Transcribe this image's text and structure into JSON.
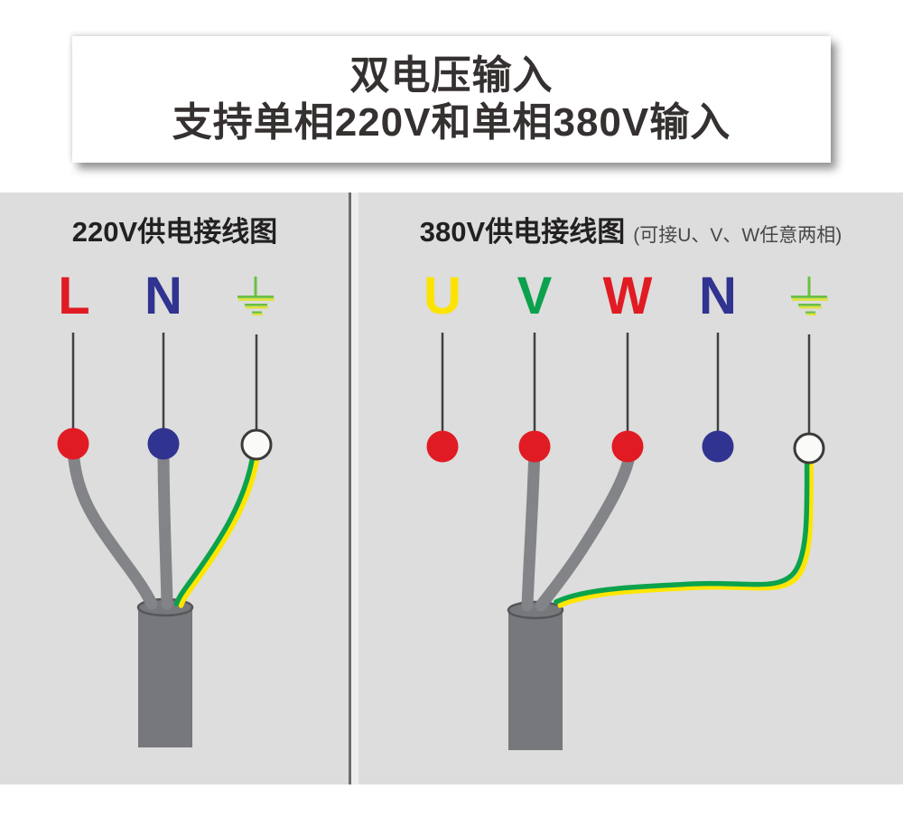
{
  "title": {
    "line1": "双电压输入",
    "line2": "支持单相220V和单相380V输入"
  },
  "left_panel": {
    "heading": "220V供电接线图",
    "terminals": [
      {
        "id": "L",
        "label": "L",
        "label_color": "#e11b23",
        "dot": "red"
      },
      {
        "id": "N",
        "label": "N",
        "label_color": "#30338f",
        "dot": "blue"
      },
      {
        "id": "PE",
        "icon": "earth-ground-icon",
        "dot": "white"
      }
    ],
    "wires": [
      "live-gray",
      "neutral-gray",
      "earth-green-yellow"
    ]
  },
  "right_panel": {
    "heading": "380V供电接线图",
    "note": "(可接U、V、W任意两相)",
    "terminals": [
      {
        "id": "U",
        "label": "U",
        "label_color": "#fce300",
        "dot": "red"
      },
      {
        "id": "V",
        "label": "V",
        "label_color": "#0ca14d",
        "dot": "red"
      },
      {
        "id": "W",
        "label": "W",
        "label_color": "#e11b23",
        "dot": "red"
      },
      {
        "id": "N",
        "label": "N",
        "label_color": "#30338f",
        "dot": "blue"
      },
      {
        "id": "PE",
        "icon": "earth-ground-icon",
        "dot": "white"
      }
    ],
    "wires": [
      "phase-v-gray",
      "phase-w-gray",
      "earth-green-yellow"
    ]
  },
  "colors": {
    "panel-gray": "#dcdddc",
    "wire-gray": "#828487",
    "cable-gray": "#77787b",
    "cable-outline": "#55565a",
    "wire-green": "#0ba24c",
    "wire-yellow": "#ffe600",
    "ground-green": "#6abf45",
    "ground-yellow": "#dfe23c",
    "dot-red": "#e11b23",
    "dot-blue": "#30338f",
    "stem-dark": "#414042",
    "heading-black": "#232021",
    "note-gray": "#4a4748",
    "title-black": "#353130"
  }
}
